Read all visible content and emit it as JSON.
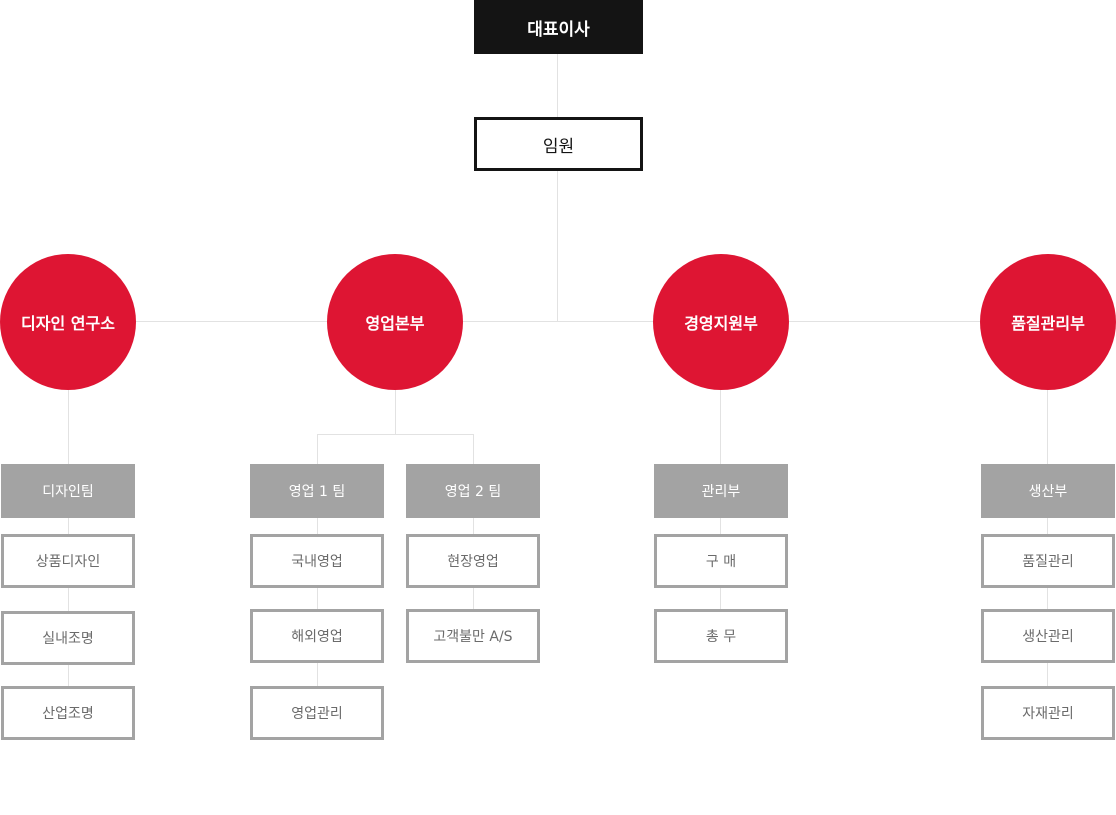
{
  "ceo": "대표이사",
  "executives": "임원",
  "divisions": [
    {
      "name": "디자인 연구소",
      "teams": [
        {
          "name": "디자인팀",
          "units": [
            "상품디자인",
            "실내조명",
            "산업조명"
          ]
        }
      ]
    },
    {
      "name": "영업본부",
      "teams": [
        {
          "name": "영업 1 팀",
          "units": [
            "국내영업",
            "해외영업",
            "영업관리"
          ]
        },
        {
          "name": "영업 2 팀",
          "units": [
            "현장영업",
            "고객불만 A/S"
          ]
        }
      ]
    },
    {
      "name": "경영지원부",
      "teams": [
        {
          "name": "관리부",
          "units": [
            "구 매",
            "총 무"
          ]
        }
      ]
    },
    {
      "name": "품질관리부",
      "teams": [
        {
          "name": "생산부",
          "units": [
            "품질관리",
            "생산관리",
            "자재관리"
          ]
        }
      ]
    }
  ],
  "colors": {
    "ceo_fill": "#141414",
    "division_fill": "#de1533",
    "team_fill": "#a3a3a3",
    "unit_border": "#a3a3a3",
    "connector": "#e2e2e2"
  }
}
